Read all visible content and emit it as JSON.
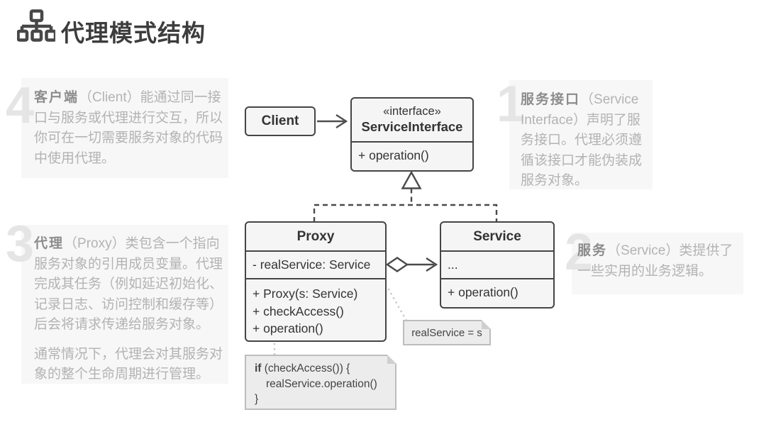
{
  "header": {
    "title": "代理模式结构",
    "icon": "hierarchy-icon"
  },
  "annotations": {
    "a1": {
      "num": "1",
      "lead": "服务接口",
      "body": "（Service Interface）声明了服务接口。代理必须遵循该接口才能伪装成服务对象。"
    },
    "a2": {
      "num": "2",
      "lead": "服务",
      "body": "（Service）类提供了一些实用的业务逻辑。"
    },
    "a3": {
      "num": "3",
      "lead": "代理",
      "body": "（Proxy）类包含一个指向服务对象的引用成员变量。代理完成其任务（例如延迟初始化、记录日志、访问控制和缓存等）后会将请求传递给服务对象。",
      "body2": "通常情况下，代理会对其服务对象的整个生命周期进行管理。"
    },
    "a4": {
      "num": "4",
      "lead": "客户端",
      "body": "（Client）能通过同一接口与服务或代理进行交互，所以你可在一切需要服务对象的代码中使用代理。"
    }
  },
  "diagram": {
    "client": {
      "name": "Client"
    },
    "interface": {
      "stereotype": "«interface»",
      "name": "ServiceInterface",
      "m1": "+ operation()"
    },
    "proxy": {
      "name": "Proxy",
      "attr1": "- realService: Service",
      "m1": "+ Proxy(s: Service)",
      "m2": "+ checkAccess()",
      "m3": "+ operation()"
    },
    "service": {
      "name": "Service",
      "attr1": "...",
      "m1": "+ operation()"
    },
    "note_assign": {
      "text": "realService = s"
    },
    "note_code": {
      "kw": "if",
      "l1": " (checkAccess()) {",
      "l2": "realService.operation()",
      "l3": "}"
    }
  },
  "colors": {
    "title_text": "#3d3d3d",
    "annotation_bg": "#f7f7f7",
    "numeral": "#e5e5e5",
    "lead_text": "#8c8c8c",
    "body_text": "#b3b3b3",
    "box_border": "#454545",
    "box_fill": "#f5f5f5",
    "note_fill": "#ececec",
    "note_border": "#bdbdbd",
    "connector": "#4f4f4f",
    "dotted_link": "#c6c6c6"
  }
}
